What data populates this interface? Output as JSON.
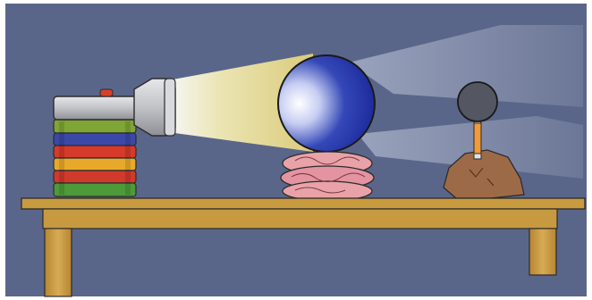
{
  "scene": {
    "colors": {
      "background": "#5a6689",
      "frame": "#ffffff",
      "table_top": "#c99b3f",
      "table_edge": "#8a6220",
      "book_colors": [
        "#7fa534",
        "#3c48a8",
        "#d53a2b",
        "#e8a92a",
        "#d03a2c",
        "#4d9a3a"
      ],
      "flashlight_body": "#c4c6c9",
      "flashlight_button": "#d8402a",
      "light_beam": "#f4e58c",
      "globe_light": "#ffffff",
      "globe_dark": "#1f2f9c",
      "cushion": "#e9a2a8",
      "moon_ball": "#545761",
      "pencil": "#f09a3a",
      "rock": "#9d6a48"
    },
    "objects": [
      {
        "name": "stack-of-books",
        "count": 6
      },
      {
        "name": "flashlight",
        "state": "on"
      },
      {
        "name": "globe",
        "lit_side": "left"
      },
      {
        "name": "cushion-stand"
      },
      {
        "name": "small-ball-on-pencil"
      },
      {
        "name": "rock-base"
      },
      {
        "name": "table"
      }
    ]
  }
}
